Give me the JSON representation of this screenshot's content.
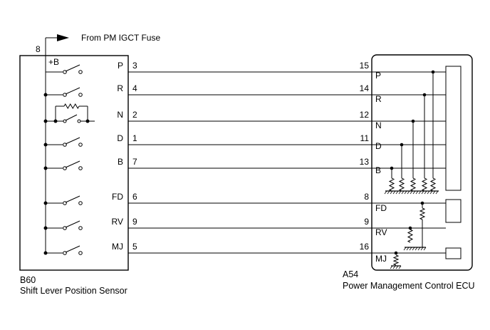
{
  "supply": {
    "arrow_label": "From PM IGCT Fuse",
    "pin": "8",
    "plus_b": "+B"
  },
  "sensor": {
    "code": "B60",
    "name": "Shift Lever Position Sensor",
    "lines": [
      {
        "label": "P",
        "pin": "3",
        "ecu_pin": "15"
      },
      {
        "label": "R",
        "pin": "4",
        "ecu_pin": "14"
      },
      {
        "label": "N",
        "pin": "2",
        "ecu_pin": "12"
      },
      {
        "label": "D",
        "pin": "1",
        "ecu_pin": "11"
      },
      {
        "label": "B",
        "pin": "7",
        "ecu_pin": "13"
      },
      {
        "label": "FD",
        "pin": "6",
        "ecu_pin": "8"
      },
      {
        "label": "RV",
        "pin": "9",
        "ecu_pin": "9"
      },
      {
        "label": "MJ",
        "pin": "5",
        "ecu_pin": "16"
      }
    ]
  },
  "ecu": {
    "code": "A54",
    "name": "Power Management Control ECU",
    "inner_labels": [
      "P",
      "R",
      "N",
      "D",
      "B",
      "FD",
      "RV",
      "MJ"
    ]
  }
}
